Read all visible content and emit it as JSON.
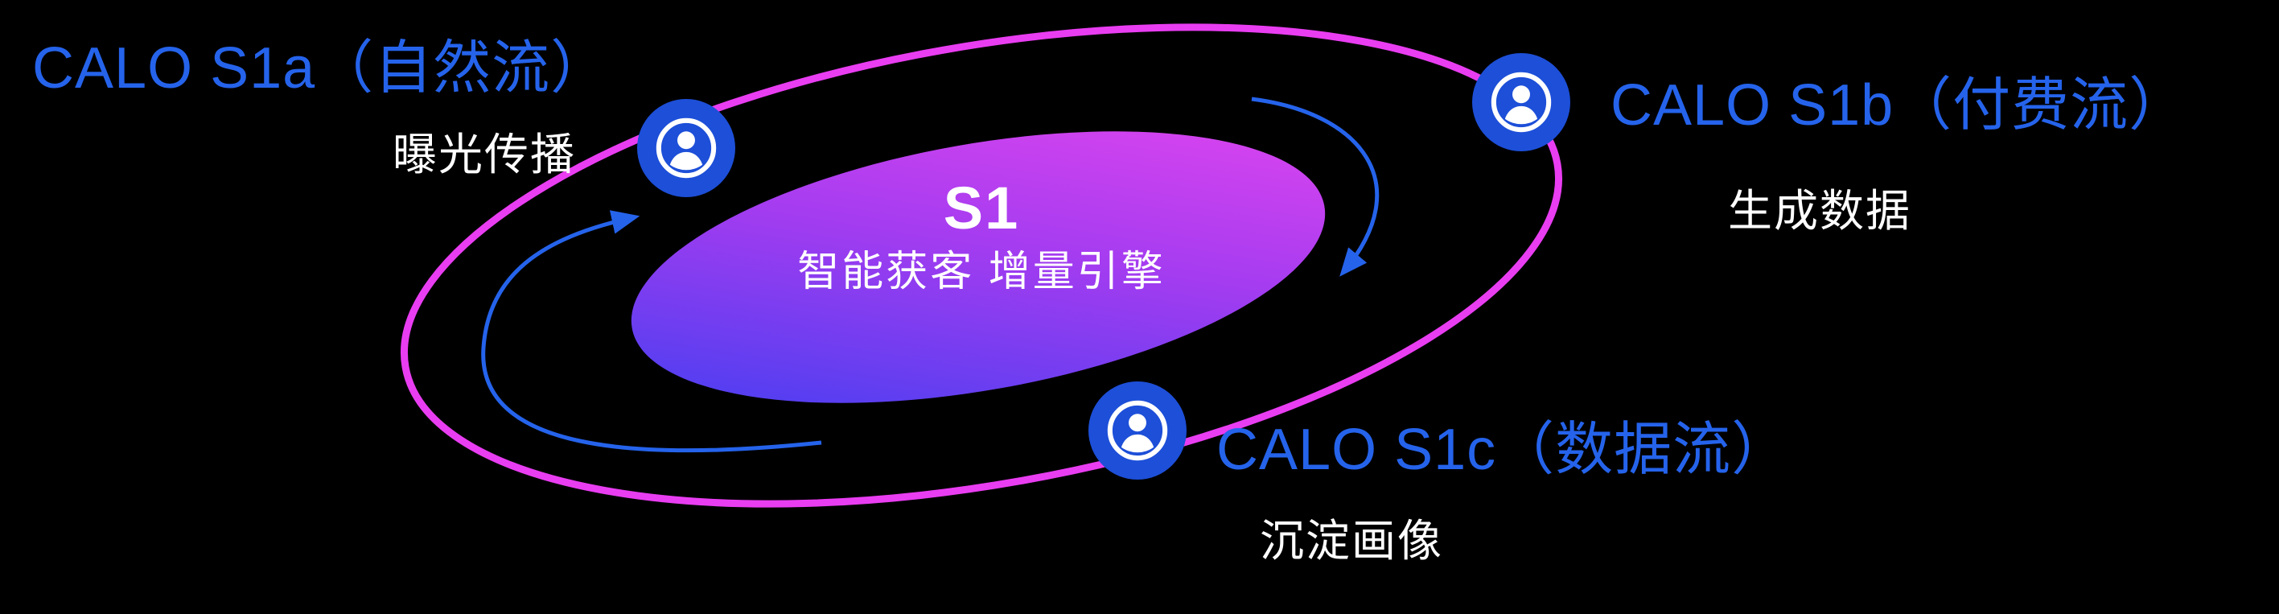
{
  "diagram": {
    "core": {
      "title": "S1",
      "subtitle": "智能获客  增量引擎"
    },
    "nodes": [
      {
        "id": "s1a",
        "label": "CALO S1a（自然流）",
        "sublabel": "曝光传播",
        "icon": "user-icon"
      },
      {
        "id": "s1b",
        "label": "CALO S1b（付费流）",
        "sublabel": "生成数据",
        "icon": "user-icon"
      },
      {
        "id": "s1c",
        "label": "CALO S1c（数据流）",
        "sublabel": "沉淀画像",
        "icon": "user-icon"
      }
    ],
    "colors": {
      "background": "#000000",
      "label_blue": "#2563eb",
      "text_white": "#ffffff",
      "ring_magenta": "#e93df2",
      "core_gradient_start": "#3a3ff1",
      "core_gradient_end": "#e746ee",
      "arrow_blue": "#2563eb",
      "icon_blue": "#1d4fd8"
    }
  }
}
